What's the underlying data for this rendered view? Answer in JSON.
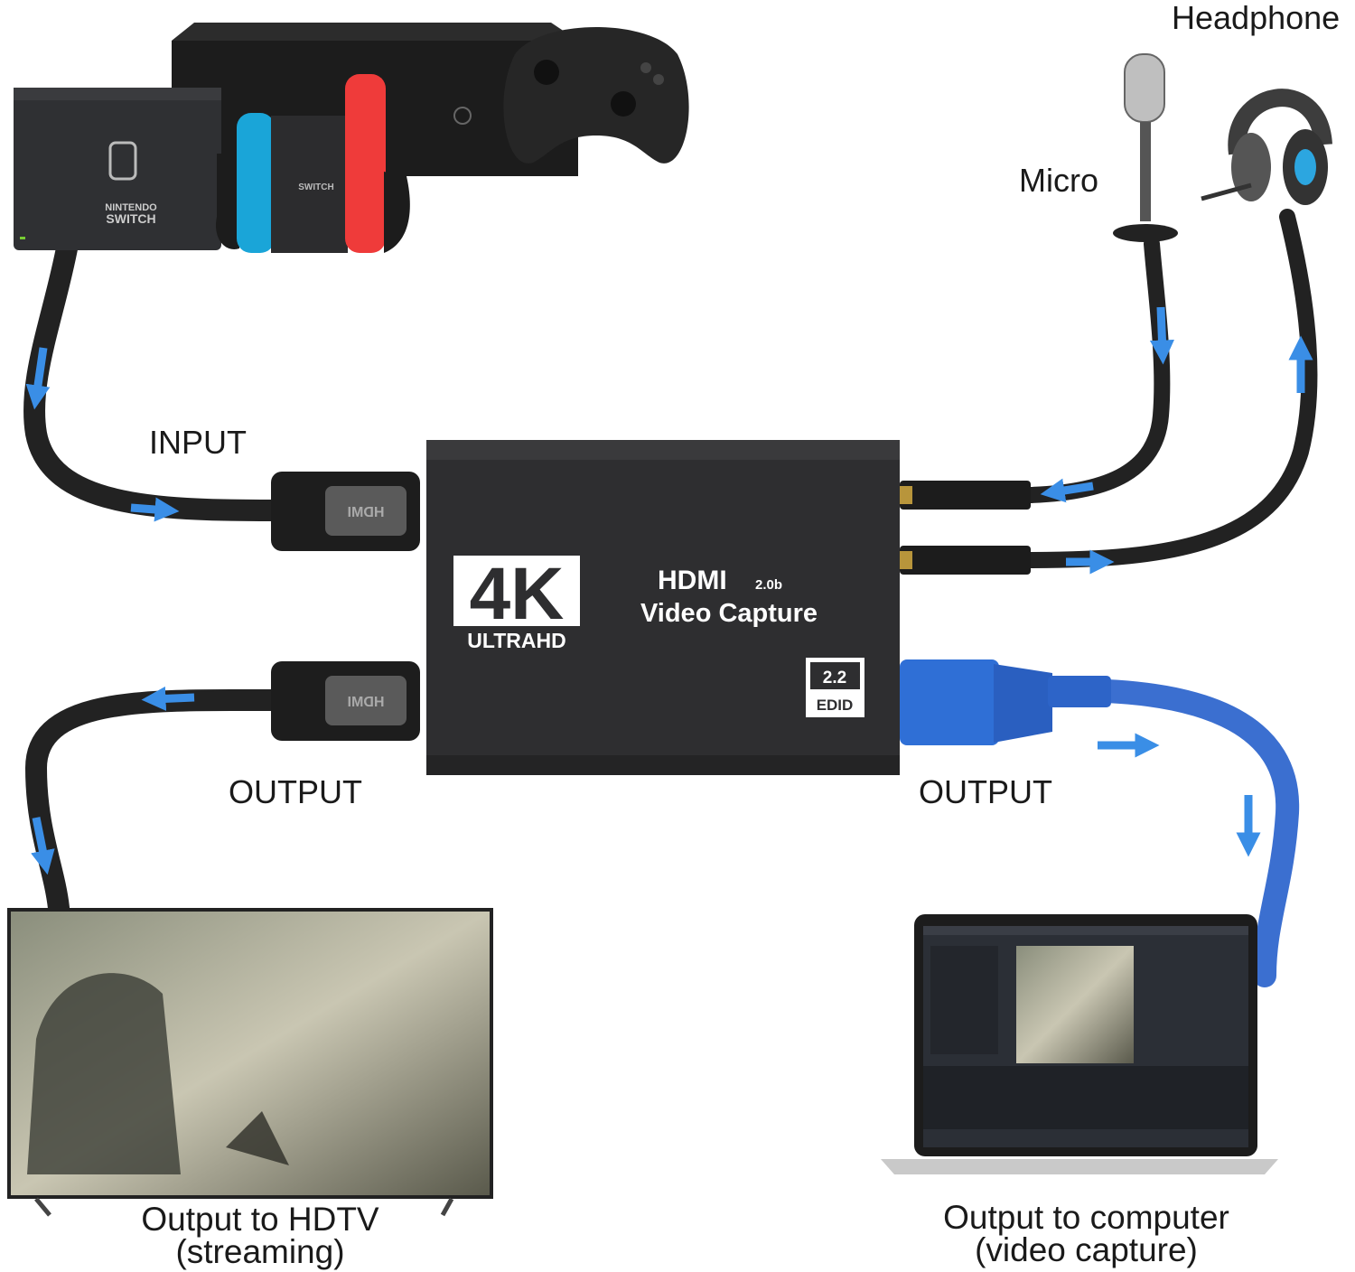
{
  "labels": {
    "input": "INPUT",
    "output_hdmi": "OUTPUT",
    "output_usb": "OUTPUT",
    "micro": "Micro",
    "headphone": "Headphone"
  },
  "captions": {
    "tv_line1": "Output to HDTV",
    "tv_line2": "(streaming)",
    "pc_line1": "Output to computer",
    "pc_line2": "(video capture)"
  },
  "device": {
    "badge_4k": "4K",
    "badge_ultrahd": "ULTRAHD",
    "hdmi": "HDMI",
    "hdmi_version": "2.0b",
    "name": "Video Capture",
    "edid_version": "2.2",
    "edid": "EDID",
    "connector_text": "HDMI"
  },
  "consoles": {
    "switch_brand_1": "NINTENDO",
    "switch_brand_2": "SWITCH"
  },
  "colors": {
    "arrow": "#3a8ee6",
    "usb_cable": "#3b6fd0",
    "device_body": "#2e2e30"
  }
}
